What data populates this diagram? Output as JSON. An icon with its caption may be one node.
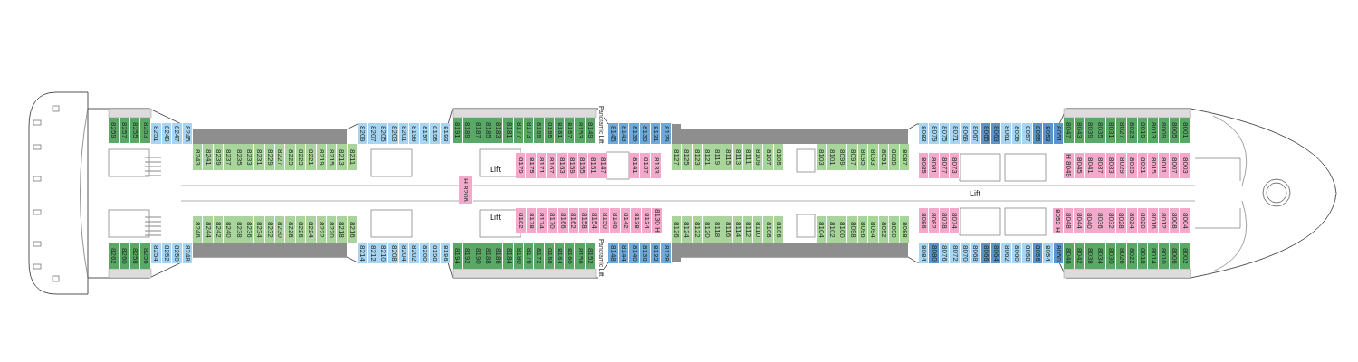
{
  "diagram": {
    "nodes": [
      {
        "text": [
          "8259"
        ]
      },
      {
        "text": [
          "8257"
        ]
      },
      {
        "text": [
          "8255"
        ]
      },
      {
        "text": [
          "8253"
        ]
      },
      {
        "text": [
          "8251"
        ]
      },
      {
        "text": [
          "8249"
        ]
      },
      {
        "text": [
          "8247"
        ]
      },
      {
        "text": [
          "8245"
        ]
      },
      {
        "text": [
          "8209"
        ]
      },
      {
        "text": [
          "8207"
        ]
      },
      {
        "text": [
          "8205"
        ]
      },
      {
        "text": [
          "8203"
        ]
      },
      {
        "text": [
          "8201"
        ]
      },
      {
        "text": [
          "8199"
        ]
      },
      {
        "text": [
          "8197"
        ]
      },
      {
        "text": [
          "8195"
        ]
      },
      {
        "text": [
          "8193"
        ]
      },
      {
        "text": [
          "8191"
        ]
      },
      {
        "text": [
          "8189"
        ]
      },
      {
        "text": [
          "8187"
        ]
      },
      {
        "text": [
          "8185"
        ]
      },
      {
        "text": [
          "8183"
        ]
      },
      {
        "text": [
          "8181"
        ]
      },
      {
        "text": [
          "8177"
        ]
      },
      {
        "text": [
          "8173"
        ]
      },
      {
        "text": [
          "8169"
        ]
      },
      {
        "text": [
          "8165"
        ]
      },
      {
        "text": [
          "8161"
        ]
      },
      {
        "text": [
          "8157"
        ]
      },
      {
        "text": [
          "8153"
        ]
      },
      {
        "text": [
          "8149"
        ]
      },
      {
        "text": [
          "8145"
        ]
      },
      {
        "text": [
          "8143"
        ]
      },
      {
        "text": [
          "8139"
        ]
      },
      {
        "text": [
          "8135"
        ]
      },
      {
        "text": [
          "8131"
        ]
      },
      {
        "text": [
          "8129"
        ]
      },
      {
        "text": [
          "8083"
        ]
      },
      {
        "text": [
          "8079"
        ]
      },
      {
        "text": [
          "8075"
        ]
      },
      {
        "text": [
          "8071"
        ]
      },
      {
        "text": [
          "8069"
        ]
      },
      {
        "text": [
          "8067"
        ]
      },
      {
        "text": [
          "8065"
        ]
      },
      {
        "text": [
          "8063"
        ]
      },
      {
        "text": [
          "8061"
        ]
      },
      {
        "text": [
          "8059"
        ]
      },
      {
        "text": [
          "8057"
        ]
      },
      {
        "text": [
          "8055"
        ]
      },
      {
        "text": [
          "8053"
        ]
      },
      {
        "text": [
          "8051"
        ]
      },
      {
        "text": [
          "8047"
        ]
      },
      {
        "text": [
          "8043"
        ]
      },
      {
        "text": [
          "8039"
        ]
      },
      {
        "text": [
          "8035"
        ]
      },
      {
        "text": [
          "8031"
        ]
      },
      {
        "text": [
          "8027"
        ]
      },
      {
        "text": [
          "8023"
        ]
      },
      {
        "text": [
          "8019"
        ]
      },
      {
        "text": [
          "8013"
        ]
      },
      {
        "text": [
          "8009"
        ]
      },
      {
        "text": [
          "8005"
        ]
      },
      {
        "text": [
          "8001"
        ]
      },
      {
        "text": [
          "8243"
        ]
      },
      {
        "text": [
          "8241"
        ]
      },
      {
        "text": [
          "8239"
        ]
      },
      {
        "text": [
          "8237"
        ]
      },
      {
        "text": [
          "8235"
        ]
      },
      {
        "text": [
          "8233"
        ]
      },
      {
        "text": [
          "8231"
        ]
      },
      {
        "text": [
          "8229"
        ]
      },
      {
        "text": [
          "8227"
        ]
      },
      {
        "text": [
          "8225"
        ]
      },
      {
        "text": [
          "8223"
        ]
      },
      {
        "text": [
          "8221"
        ]
      },
      {
        "text": [
          "8219"
        ]
      },
      {
        "text": [
          "8215"
        ]
      },
      {
        "text": [
          "8213"
        ]
      },
      {
        "text": [
          "8211"
        ]
      },
      {
        "text": [
          "8179"
        ]
      },
      {
        "text": [
          "8175"
        ]
      },
      {
        "text": [
          "8171"
        ]
      },
      {
        "text": [
          "8167"
        ]
      },
      {
        "text": [
          "8163"
        ]
      },
      {
        "text": [
          "8159"
        ]
      },
      {
        "text": [
          "8155"
        ]
      },
      {
        "text": [
          "8151"
        ]
      },
      {
        "text": [
          "8147"
        ]
      },
      {
        "text": [
          "8141"
        ]
      },
      {
        "text": [
          "8137"
        ]
      },
      {
        "text": [
          "8133"
        ]
      },
      {
        "text": [
          "8127"
        ]
      },
      {
        "text": [
          "8125"
        ]
      },
      {
        "text": [
          "8123"
        ]
      },
      {
        "text": [
          "8121"
        ]
      },
      {
        "text": [
          "8119"
        ]
      },
      {
        "text": [
          "8115"
        ]
      },
      {
        "text": [
          "8113"
        ]
      },
      {
        "text": [
          "8111"
        ]
      },
      {
        "text": [
          "8109"
        ]
      },
      {
        "text": [
          "8107"
        ]
      },
      {
        "text": [
          "8105"
        ]
      },
      {
        "text": [
          "8103"
        ]
      },
      {
        "text": [
          "8101"
        ]
      },
      {
        "text": [
          "8099"
        ]
      },
      {
        "text": [
          "8097"
        ]
      },
      {
        "text": [
          "8095"
        ]
      },
      {
        "text": [
          "8093"
        ]
      },
      {
        "text": [
          "8091"
        ]
      },
      {
        "text": [
          "8089"
        ]
      },
      {
        "text": [
          "8087"
        ]
      },
      {
        "text": [
          "8085"
        ]
      },
      {
        "text": [
          "8081"
        ]
      },
      {
        "text": [
          "8077"
        ]
      },
      {
        "text": [
          "8073"
        ]
      },
      {
        "text": [
          "H 8049"
        ]
      },
      {
        "text": [
          "8045"
        ]
      },
      {
        "text": [
          "8041"
        ]
      },
      {
        "text": [
          "8037"
        ]
      },
      {
        "text": [
          "8033"
        ]
      },
      {
        "text": [
          "8029"
        ]
      },
      {
        "text": [
          "8025"
        ]
      },
      {
        "text": [
          "8021"
        ]
      },
      {
        "text": [
          "8015"
        ]
      },
      {
        "text": [
          "8011"
        ]
      },
      {
        "text": [
          "8007"
        ]
      },
      {
        "text": [
          "8003"
        ]
      },
      {
        "text": [
          "H 8206"
        ]
      },
      {
        "text": [
          "8246"
        ]
      },
      {
        "text": [
          "8244"
        ]
      },
      {
        "text": [
          "8242"
        ]
      },
      {
        "text": [
          "8240"
        ]
      },
      {
        "text": [
          "8238"
        ]
      },
      {
        "text": [
          "8236"
        ]
      },
      {
        "text": [
          "8234"
        ]
      },
      {
        "text": [
          "8232"
        ]
      },
      {
        "text": [
          "8230"
        ]
      },
      {
        "text": [
          "8228"
        ]
      },
      {
        "text": [
          "8226"
        ]
      },
      {
        "text": [
          "8224"
        ]
      },
      {
        "text": [
          "8222"
        ]
      },
      {
        "text": [
          "8220"
        ]
      },
      {
        "text": [
          "8218"
        ]
      },
      {
        "text": [
          "8216"
        ]
      },
      {
        "text": [
          "8182"
        ]
      },
      {
        "text": [
          "8178"
        ]
      },
      {
        "text": [
          "8174"
        ]
      },
      {
        "text": [
          "8170"
        ]
      },
      {
        "text": [
          "8166"
        ]
      },
      {
        "text": [
          "8162"
        ]
      },
      {
        "text": [
          "8158"
        ]
      },
      {
        "text": [
          "8154"
        ]
      },
      {
        "text": [
          "8150"
        ]
      },
      {
        "text": [
          "8146"
        ]
      },
      {
        "text": [
          "8142"
        ]
      },
      {
        "text": [
          "8138"
        ]
      },
      {
        "text": [
          "8134"
        ]
      },
      {
        "text": [
          "8130 H"
        ]
      },
      {
        "text": [
          "8126"
        ]
      },
      {
        "text": [
          "8124"
        ]
      },
      {
        "text": [
          "8122"
        ]
      },
      {
        "text": [
          "8120"
        ]
      },
      {
        "text": [
          "8118"
        ]
      },
      {
        "text": [
          "8116"
        ]
      },
      {
        "text": [
          "8114"
        ]
      },
      {
        "text": [
          "8112"
        ]
      },
      {
        "text": [
          "8110"
        ]
      },
      {
        "text": [
          "8108"
        ]
      },
      {
        "text": [
          "8106"
        ]
      },
      {
        "text": [
          "8104"
        ]
      },
      {
        "text": [
          "8102"
        ]
      },
      {
        "text": [
          "8100"
        ]
      },
      {
        "text": [
          "8098"
        ]
      },
      {
        "text": [
          "8096"
        ]
      },
      {
        "text": [
          "8094"
        ]
      },
      {
        "text": [
          "8092"
        ]
      },
      {
        "text": [
          "8090"
        ]
      },
      {
        "text": [
          "8088"
        ]
      },
      {
        "text": [
          "8086"
        ]
      },
      {
        "text": [
          "8082"
        ]
      },
      {
        "text": [
          "8078"
        ]
      },
      {
        "text": [
          "8074"
        ]
      },
      {
        "text": [
          "8052 H"
        ]
      },
      {
        "text": [
          "8048"
        ]
      },
      {
        "text": [
          "8044"
        ]
      },
      {
        "text": [
          "8040"
        ]
      },
      {
        "text": [
          "8036"
        ]
      },
      {
        "text": [
          "8032"
        ]
      },
      {
        "text": [
          "8028"
        ]
      },
      {
        "text": [
          "8024"
        ]
      },
      {
        "text": [
          "8020"
        ]
      },
      {
        "text": [
          "8016"
        ]
      },
      {
        "text": [
          "8012"
        ]
      },
      {
        "text": [
          "8008"
        ]
      },
      {
        "text": [
          "8004"
        ]
      },
      {
        "text": [
          "8262"
        ]
      },
      {
        "text": [
          "8260"
        ]
      },
      {
        "text": [
          "8258"
        ]
      },
      {
        "text": [
          "8256"
        ]
      },
      {
        "text": [
          "8254"
        ]
      },
      {
        "text": [
          "8252"
        ]
      },
      {
        "text": [
          "8250"
        ]
      },
      {
        "text": [
          "8248"
        ]
      },
      {
        "text": [
          "8214"
        ]
      },
      {
        "text": [
          "8212"
        ]
      },
      {
        "text": [
          "8210"
        ]
      },
      {
        "text": [
          "8208"
        ]
      },
      {
        "text": [
          "8204"
        ]
      },
      {
        "text": [
          "8202"
        ]
      },
      {
        "text": [
          "8200"
        ]
      },
      {
        "text": [
          "8198"
        ]
      },
      {
        "text": [
          "8196"
        ]
      },
      {
        "text": [
          "8194"
        ]
      },
      {
        "text": [
          "8192"
        ]
      },
      {
        "text": [
          "8190"
        ]
      },
      {
        "text": [
          "8188"
        ]
      },
      {
        "text": [
          "8186"
        ]
      },
      {
        "text": [
          "8184"
        ]
      },
      {
        "text": [
          "8180"
        ]
      },
      {
        "text": [
          "8176"
        ]
      },
      {
        "text": [
          "8172"
        ]
      },
      {
        "text": [
          "8168"
        ]
      },
      {
        "text": [
          "8164"
        ]
      },
      {
        "text": [
          "8160"
        ]
      },
      {
        "text": [
          "8156"
        ]
      },
      {
        "text": [
          "8152"
        ]
      },
      {
        "text": [
          "8148"
        ]
      },
      {
        "text": [
          "8144"
        ]
      },
      {
        "text": [
          "8140"
        ]
      },
      {
        "text": [
          "8136"
        ]
      },
      {
        "text": [
          "8132"
        ]
      },
      {
        "text": [
          "8128"
        ]
      },
      {
        "text": [
          "8084"
        ]
      },
      {
        "text": [
          "8080"
        ]
      },
      {
        "text": [
          "8076"
        ]
      },
      {
        "text": [
          "8072"
        ]
      },
      {
        "text": [
          "8070"
        ]
      },
      {
        "text": [
          "8068"
        ]
      },
      {
        "text": [
          "8066"
        ]
      },
      {
        "text": [
          "8064"
        ]
      },
      {
        "text": [
          "8062"
        ]
      },
      {
        "text": [
          "8060"
        ]
      },
      {
        "text": [
          "8058"
        ]
      },
      {
        "text": [
          "8056"
        ]
      },
      {
        "text": [
          "8054"
        ]
      },
      {
        "text": [
          "8050"
        ]
      },
      {
        "text": [
          "8046"
        ]
      },
      {
        "text": [
          "8042"
        ]
      },
      {
        "text": [
          "8038"
        ]
      },
      {
        "text": [
          "8034"
        ]
      },
      {
        "text": [
          "8030"
        ]
      },
      {
        "text": [
          "8026"
        ]
      },
      {
        "text": [
          "8022"
        ]
      },
      {
        "text": [
          "8018"
        ]
      },
      {
        "text": [
          "8014"
        ]
      },
      {
        "text": [
          "8010"
        ]
      },
      {
        "text": [
          "8006"
        ]
      },
      {
        "text": [
          "8002"
        ]
      }
    ],
    "labels": [
      "Panoramic Lift",
      "Lift",
      "Lift",
      "Lift",
      "Panoramic Lift"
    ]
  }
}
